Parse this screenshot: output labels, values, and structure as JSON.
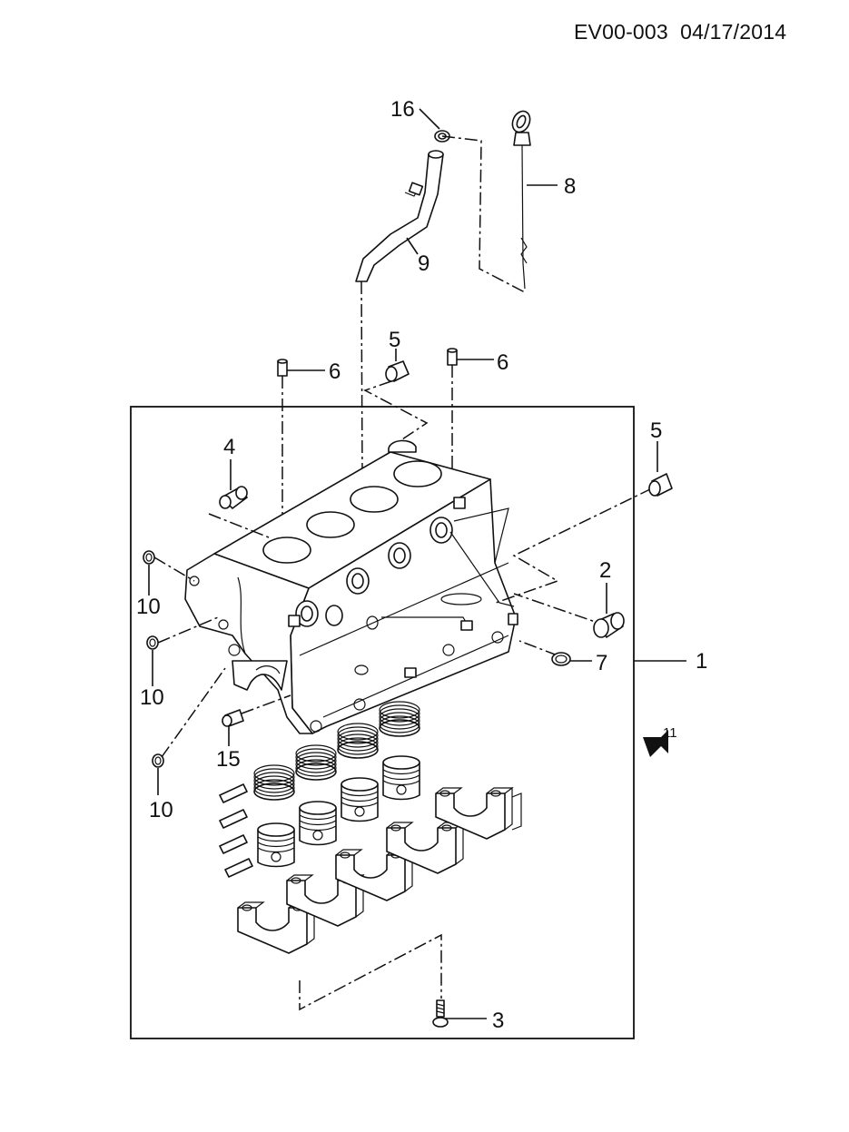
{
  "header": {
    "doc_code": "EV00-003",
    "date": "04/17/2014"
  },
  "callouts": {
    "c1": "1",
    "c2": "2",
    "c3": "3",
    "c4": "4",
    "c5a": "5",
    "c5b": "5",
    "c6a": "6",
    "c6b": "6",
    "c7": "7",
    "c8": "8",
    "c9": "9",
    "c10a": "10",
    "c10b": "10",
    "c10c": "10",
    "c11": "11",
    "c15": "15",
    "c16": "16"
  }
}
